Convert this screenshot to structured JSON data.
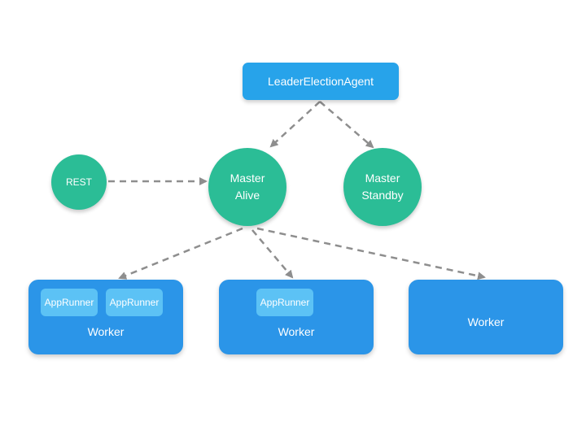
{
  "colors": {
    "agent": "#27a3ea",
    "master": "#2bbd96",
    "worker": "#2b95e8",
    "app_runner": "#5cc2f5",
    "arrow": "#8e8e8e"
  },
  "nodes": {
    "leader_election_agent": "LeaderElectionAgent",
    "rest": "REST",
    "master_alive": {
      "line1": "Master",
      "line2": "Alive"
    },
    "master_standby": {
      "line1": "Master",
      "line2": "Standby"
    }
  },
  "workers": [
    {
      "label": "Worker",
      "app_runners": [
        "AppRunner",
        "AppRunner"
      ]
    },
    {
      "label": "Worker",
      "app_runners": [
        "AppRunner"
      ]
    },
    {
      "label": "Worker",
      "app_runners": []
    }
  ],
  "edges": [
    {
      "from": "LeaderElectionAgent",
      "to": "Master Alive",
      "style": "dashed"
    },
    {
      "from": "LeaderElectionAgent",
      "to": "Master Standby",
      "style": "dashed"
    },
    {
      "from": "REST",
      "to": "Master Alive",
      "style": "dashed"
    },
    {
      "from": "Master Alive",
      "to": "Worker 1",
      "style": "dashed"
    },
    {
      "from": "Master Alive",
      "to": "Worker 2",
      "style": "dashed"
    },
    {
      "from": "Master Alive",
      "to": "Worker 3",
      "style": "dashed"
    }
  ]
}
